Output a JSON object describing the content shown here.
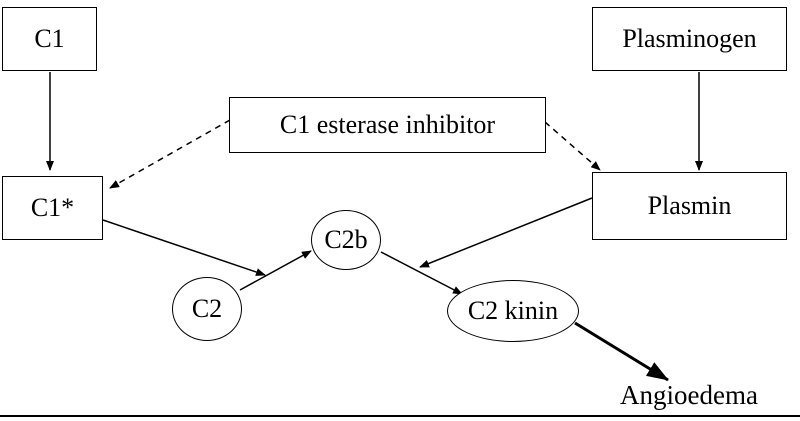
{
  "nodes": {
    "c1": "C1",
    "plasminogen": "Plasminogen",
    "c1_esterase_inhibitor": "C1 esterase inhibitor",
    "c1_star": "C1*",
    "plasmin": "Plasmin",
    "c2b": "C2b",
    "c2": "C2",
    "c2_kinin": "C2 kinin",
    "angioedema": "Angioedema"
  },
  "colors": {
    "line": "#000000",
    "background": "#ffffff"
  }
}
